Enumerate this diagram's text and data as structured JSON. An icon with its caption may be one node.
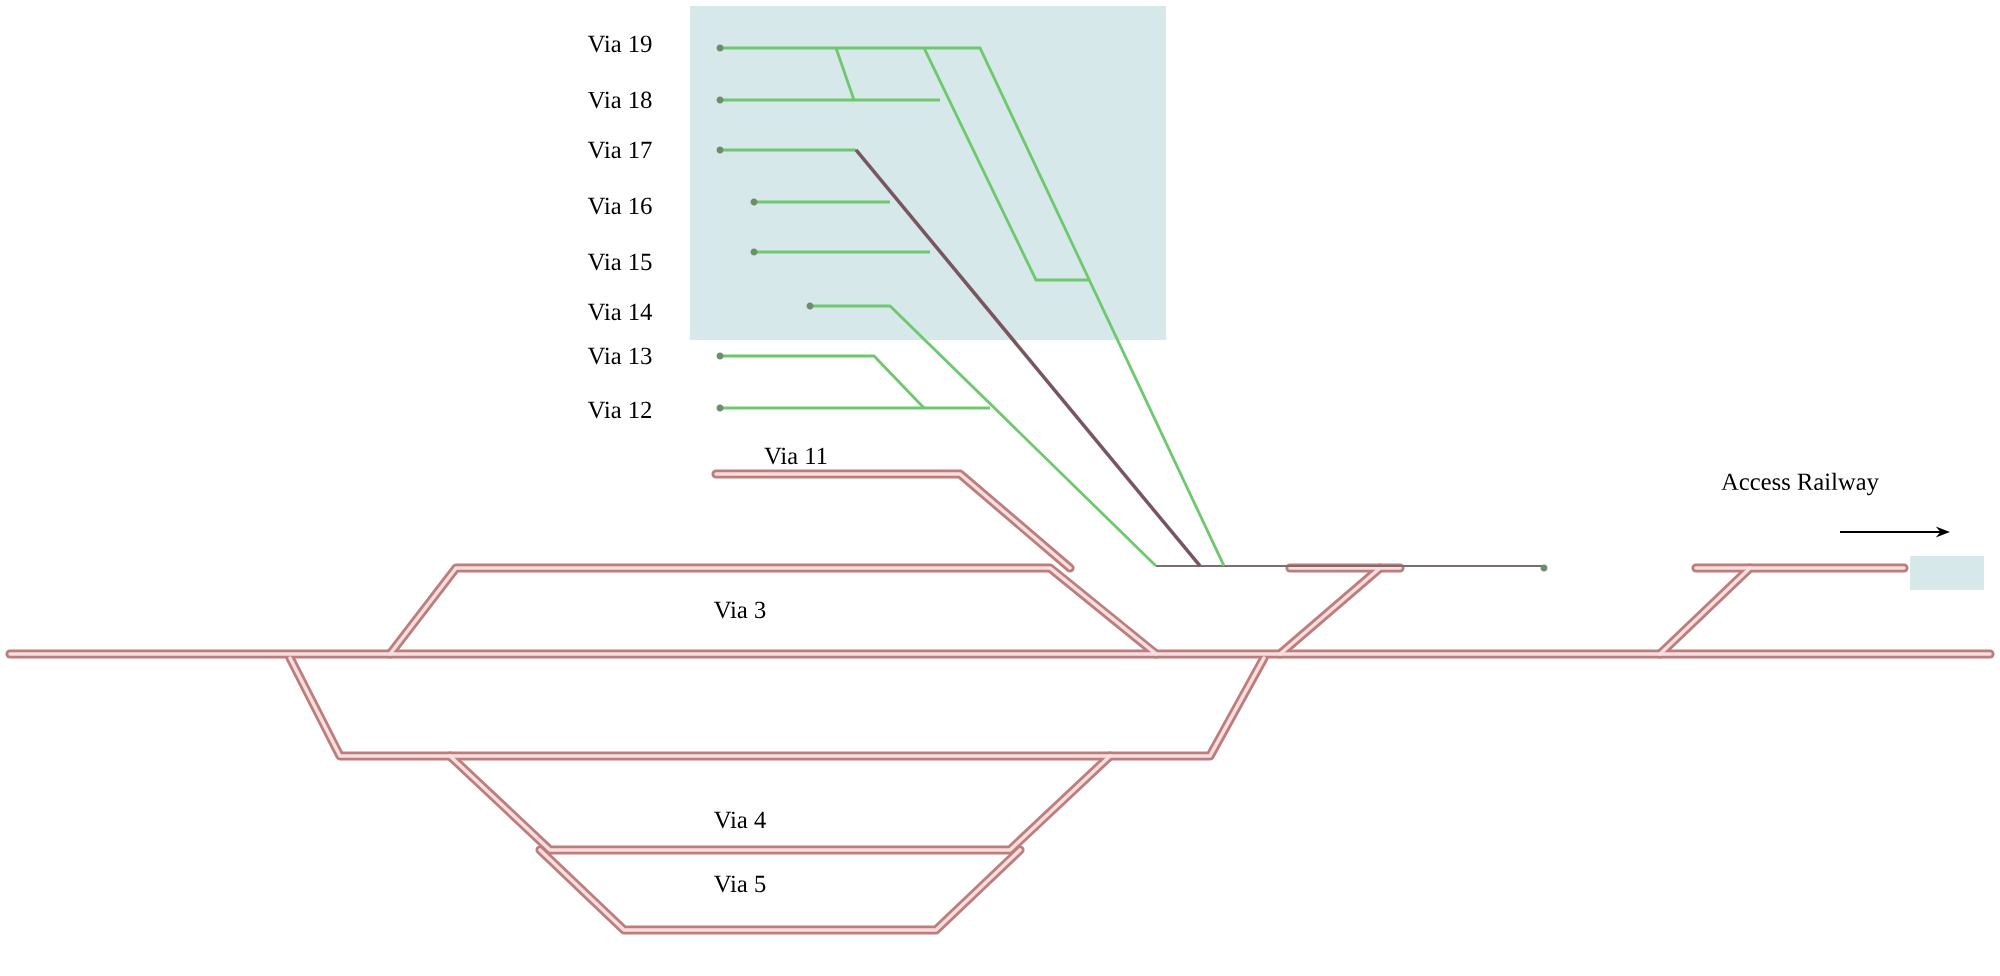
{
  "diagram": {
    "labels": [
      "Via 19",
      "Via 18",
      "Via 17",
      "Via 16",
      "Via 15",
      "Via 14",
      "Via 13",
      "Via 12",
      "Via 11",
      "Access Railway",
      "Via 3",
      "Via 4",
      "Via 5"
    ]
  }
}
